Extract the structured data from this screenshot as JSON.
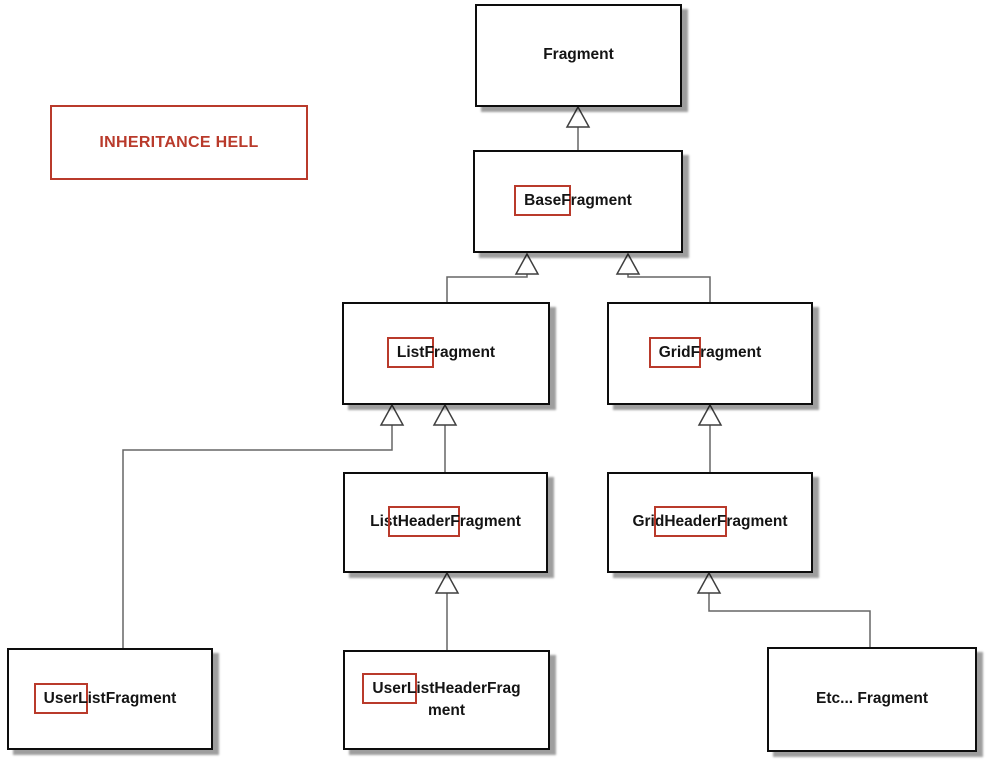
{
  "title": "INHERITANCE HELL",
  "colors": {
    "accent_red": "#b93a2b",
    "box_border": "#0d0d0d",
    "connector_line": "#666666",
    "triangle_stroke": "#3f3f3f",
    "shadow": "#9e9e9e",
    "background": "#ffffff"
  },
  "diagram": {
    "type": "uml-inheritance",
    "nodes": {
      "fragment": {
        "name": "Fragment",
        "parts": [
          {
            "text": "Fragment",
            "boxed": false
          }
        ]
      },
      "base_fragment": {
        "name": "BaseFragment",
        "parts": [
          {
            "text": "Base",
            "boxed": true
          },
          {
            "text": "Fragment",
            "boxed": false
          }
        ]
      },
      "list_fragment": {
        "name": "ListFragment",
        "parts": [
          {
            "text": "List",
            "boxed": true
          },
          {
            "text": "Fragment",
            "boxed": false
          }
        ]
      },
      "grid_fragment": {
        "name": "GridFragment",
        "parts": [
          {
            "text": "Grid",
            "boxed": true
          },
          {
            "text": "Fragment",
            "boxed": false
          }
        ]
      },
      "list_header_fragment": {
        "name": "ListHeaderFragment",
        "parts": [
          {
            "text": "List",
            "boxed": false
          },
          {
            "text": "Header",
            "boxed": true
          },
          {
            "text": "Fragment",
            "boxed": false
          }
        ]
      },
      "grid_header_fragment": {
        "name": "GridHeaderFragment",
        "parts": [
          {
            "text": "Grid",
            "boxed": false
          },
          {
            "text": "Header",
            "boxed": true
          },
          {
            "text": "Fragment",
            "boxed": false
          }
        ]
      },
      "user_list_fragment": {
        "name": "UserListFragment",
        "parts": [
          {
            "text": "User",
            "boxed": true
          },
          {
            "text": "ListFragment",
            "boxed": false
          }
        ]
      },
      "user_list_header_fragment": {
        "name": "UserListHeaderFragment",
        "parts": [
          {
            "text": "User",
            "boxed": true
          },
          {
            "text": "ListHeaderFrag",
            "boxed": false
          },
          {
            "text": "ment",
            "boxed": false,
            "break_before": true
          }
        ]
      },
      "etc_fragment": {
        "name": "Etc... Fragment",
        "parts": [
          {
            "text": "Etc... Fragment",
            "boxed": false
          }
        ]
      }
    },
    "edges": [
      {
        "child": "BaseFragment",
        "parent": "Fragment",
        "relation": "inherits"
      },
      {
        "child": "ListFragment",
        "parent": "BaseFragment",
        "relation": "inherits"
      },
      {
        "child": "GridFragment",
        "parent": "BaseFragment",
        "relation": "inherits"
      },
      {
        "child": "UserListFragment",
        "parent": "ListFragment",
        "relation": "inherits"
      },
      {
        "child": "ListHeaderFragment",
        "parent": "ListFragment",
        "relation": "inherits"
      },
      {
        "child": "GridHeaderFragment",
        "parent": "GridFragment",
        "relation": "inherits"
      },
      {
        "child": "UserListHeaderFragment",
        "parent": "ListHeaderFragment",
        "relation": "inherits"
      },
      {
        "child": "Etc... Fragment",
        "parent": "GridHeaderFragment",
        "relation": "inherits"
      }
    ]
  }
}
